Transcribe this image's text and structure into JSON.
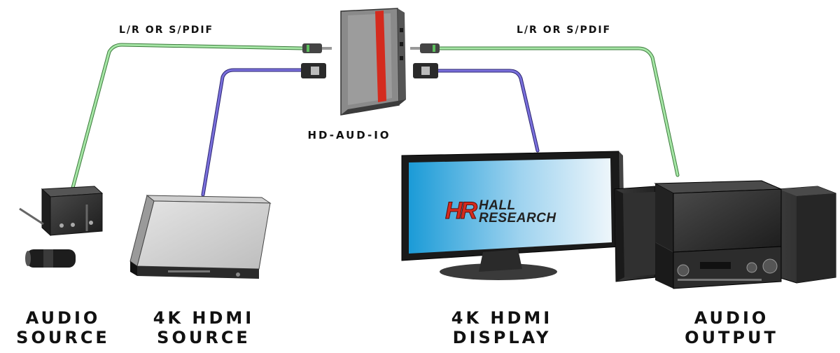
{
  "cables": {
    "left_label": "L/R OR S/PDIF",
    "right_label": "L/R OR S/PDIF"
  },
  "center_device": {
    "label": "HD-AUD-IO"
  },
  "display": {
    "logo_mark": "HR",
    "logo_line1": "HALL",
    "logo_line2": "RESEARCH"
  },
  "bottom_labels": {
    "audio_source": [
      "AUDIO",
      "SOURCE"
    ],
    "hdmi_source": [
      "4K HDMI",
      "SOURCE"
    ],
    "hdmi_display": [
      "4K HDMI",
      "DISPLAY"
    ],
    "audio_output": [
      "AUDIO",
      "OUTPUT"
    ]
  },
  "colors": {
    "audio_cable": "#8fd98f",
    "hdmi_cable": "#6b62c9",
    "accent_red": "#d42b1e"
  },
  "icons": [
    "receiver-icon",
    "microphone-icon",
    "blu-ray-player-icon",
    "monitor-icon",
    "av-receiver-icon",
    "speaker-icon",
    "hdmi-connector-icon",
    "audio-jack-icon"
  ]
}
